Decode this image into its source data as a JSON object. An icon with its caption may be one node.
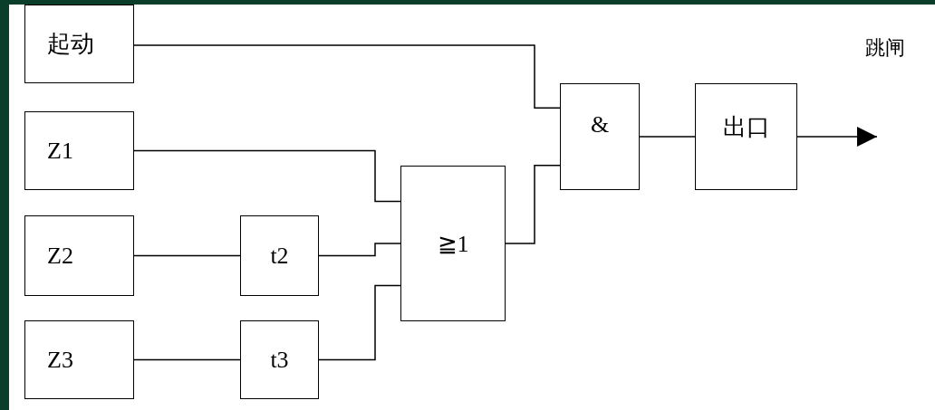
{
  "diagram": {
    "nodes": [
      {
        "text": [
          "起动"
        ]
      },
      {
        "text": [
          "Z1"
        ]
      },
      {
        "text": [
          "Z2"
        ]
      },
      {
        "text": [
          "Z3"
        ]
      },
      {
        "text": [
          "t2"
        ]
      },
      {
        "text": [
          "t3"
        ]
      },
      {
        "text": [
          "≧1"
        ]
      },
      {
        "text": [
          "&"
        ]
      },
      {
        "text": [
          "出口"
        ]
      }
    ],
    "edges": [
      {
        "from": 0,
        "to": 7,
        "arrow": "none"
      },
      {
        "from": 1,
        "to": 6,
        "arrow": "none"
      },
      {
        "from": 2,
        "to": 4,
        "arrow": "none"
      },
      {
        "from": 4,
        "to": 6,
        "arrow": "none"
      },
      {
        "from": 3,
        "to": 5,
        "arrow": "none"
      },
      {
        "from": 5,
        "to": 6,
        "arrow": "none"
      },
      {
        "from": 6,
        "to": 7,
        "arrow": "none"
      },
      {
        "from": 7,
        "to": 8,
        "arrow": "none"
      },
      {
        "from": 8,
        "to": null,
        "arrow": "to"
      }
    ],
    "labels": [
      "跳闸"
    ]
  }
}
